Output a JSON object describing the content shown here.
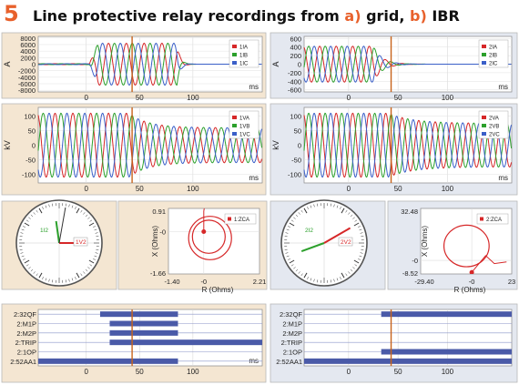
{
  "header": {
    "figure_number": "5",
    "title_prefix": "Line protective relay recordings from ",
    "label_a": "a)",
    "word_a": " grid, ",
    "label_b": "b)",
    "word_b": " IBR"
  },
  "colors": {
    "phase_a": "#d62728",
    "phase_b": "#2ca02c",
    "phase_c": "#3a5fc8",
    "cursor": "#c8631a",
    "panel_a_bg": "#f4e6d2",
    "panel_b_bg": "#e4e8f0",
    "digital_bar": "#4a5aa8"
  },
  "chart_data": [
    {
      "id": "grid-current",
      "type": "line",
      "panel": "a",
      "ylabel": "A",
      "xlabel": "ms",
      "xlim": [
        -45,
        165
      ],
      "ylim": [
        -8500,
        8500
      ],
      "yticks": [
        -8000,
        -6000,
        -4000,
        -2000,
        0,
        2000,
        4000,
        6000,
        8000
      ],
      "xticks": [
        0,
        50,
        100
      ],
      "cursor_x": 43,
      "legend": [
        "1IA",
        "1IB",
        "1IC"
      ],
      "wave": {
        "period_ms": 16.7,
        "pre": 150,
        "fault_start": 3,
        "fault_end": 85,
        "peak": 6400,
        "post": 0,
        "decay": 0,
        "ramp": 8
      }
    },
    {
      "id": "grid-voltage",
      "type": "line",
      "panel": "a",
      "ylabel": "kV",
      "xlabel": "ms",
      "xlim": [
        -45,
        165
      ],
      "ylim": [
        -130,
        130
      ],
      "yticks": [
        -100,
        -50,
        0,
        50,
        100
      ],
      "xticks": [
        0,
        50,
        100
      ],
      "cursor_x": 43,
      "legend": [
        "1VA",
        "1VB",
        "1VC"
      ],
      "wave": {
        "period_ms": 16.7,
        "pre": 110,
        "fault_start": 40,
        "fault_end": 165,
        "peak": 110,
        "post": 60,
        "decay": 18,
        "ramp": 0
      }
    },
    {
      "id": "ibr-current",
      "type": "line",
      "panel": "b",
      "ylabel": "A",
      "xlabel": "ms",
      "xlim": [
        -45,
        165
      ],
      "ylim": [
        -650,
        650
      ],
      "yticks": [
        -600,
        -400,
        -200,
        0,
        200,
        400,
        600
      ],
      "xticks": [
        0,
        50,
        100
      ],
      "cursor_x": 43,
      "legend": [
        "2IA",
        "2IB",
        "2IC"
      ],
      "wave": {
        "period_ms": 16.7,
        "pre": 420,
        "fault_start": 25,
        "fault_end": 165,
        "peak": 420,
        "post": 0,
        "decay": 9,
        "ramp": 0
      }
    },
    {
      "id": "ibr-voltage",
      "type": "line",
      "panel": "b",
      "ylabel": "kV",
      "xlabel": "ms",
      "xlim": [
        -45,
        165
      ],
      "ylim": [
        -130,
        130
      ],
      "yticks": [
        -100,
        -50,
        0,
        50,
        100
      ],
      "xticks": [
        0,
        50,
        100
      ],
      "cursor_x": 43,
      "legend": [
        "2VA",
        "2VB",
        "2VC"
      ],
      "wave": {
        "period_ms": 16.7,
        "pre": 110,
        "fault_start": 40,
        "fault_end": 165,
        "peak": 110,
        "post": 75,
        "decay": 25,
        "ramp": 0
      }
    },
    {
      "id": "grid-phasor",
      "type": "phasor",
      "panel": "a",
      "labels": [
        "1I2",
        "1V2"
      ],
      "vectors": [
        {
          "label": "1I2",
          "angle_deg": 98,
          "mag": 0.55
        },
        {
          "label": "1V2",
          "angle_deg": 0,
          "mag": 0.7
        },
        {
          "label": "ref",
          "angle_deg": 80,
          "mag": 0.9
        }
      ]
    },
    {
      "id": "grid-impedance",
      "type": "scatter",
      "panel": "a",
      "xlabel": "R (Ohms)",
      "ylabel": "X (Ohms)",
      "xlim": [
        -1.4,
        2.21
      ],
      "ylim": [
        -1.66,
        0.91
      ],
      "xtick_labels": [
        "-1.40",
        "-0",
        "2.21"
      ],
      "ytick_labels": [
        "0.91",
        "-0",
        "-1.66"
      ],
      "legend": [
        "1:ZCA"
      ],
      "circles": [
        {
          "cx": 0.25,
          "cy": -0.25,
          "r": 0.85
        },
        {
          "cx": 0.2,
          "cy": -0.2,
          "r": 0.65
        }
      ],
      "trajectory": [
        [
          0.0,
          0.0
        ],
        [
          0.0,
          0.8
        ],
        [
          0.02,
          0.91
        ]
      ]
    },
    {
      "id": "ibr-phasor",
      "type": "phasor",
      "panel": "b",
      "labels": [
        "2I2",
        "2V2"
      ],
      "vectors": [
        {
          "label": "2I2",
          "angle_deg": 200,
          "mag": 0.6
        },
        {
          "label": "2V2",
          "angle_deg": 30,
          "mag": 0.75
        }
      ]
    },
    {
      "id": "ibr-impedance",
      "type": "scatter",
      "panel": "b",
      "xlabel": "R (Ohms)",
      "ylabel": "X (Ohms)",
      "xlim": [
        -29.4,
        23
      ],
      "ylim": [
        -8.52,
        32.48
      ],
      "xtick_labels": [
        "-29.40",
        "-0",
        "23"
      ],
      "ytick_labels": [
        "32.48",
        "-0",
        "-8.52"
      ],
      "legend": [
        "2:ZCA"
      ],
      "circles": [
        {
          "cx": -3,
          "cy": 9,
          "r": 13
        }
      ],
      "trajectory": [
        [
          0,
          -7.5
        ],
        [
          8,
          3
        ],
        [
          13,
          -2
        ],
        [
          20,
          -1
        ]
      ]
    },
    {
      "id": "grid-digital",
      "type": "timeline",
      "panel": "a",
      "xlabel": "ms",
      "xlim": [
        -45,
        165
      ],
      "xticks": [
        0,
        50,
        100
      ],
      "cursor_x": 43,
      "rows": [
        {
          "label": "2:32QF",
          "start": 13,
          "end": 86
        },
        {
          "label": "2:M1P",
          "start": 22,
          "end": 86
        },
        {
          "label": "2:M2P",
          "start": 22,
          "end": 86
        },
        {
          "label": "2:TRIP",
          "start": 22,
          "end": 165
        },
        {
          "label": "2:1OP",
          "start": null,
          "end": null
        },
        {
          "label": "2:52AA1",
          "start": -45,
          "end": 86
        }
      ]
    },
    {
      "id": "ibr-digital",
      "type": "timeline",
      "panel": "b",
      "xlabel": "ms",
      "xlim": [
        -45,
        165
      ],
      "xticks": [
        0,
        50,
        100
      ],
      "cursor_x": 43,
      "rows": [
        {
          "label": "2:32QF",
          "start": 33,
          "end": 165
        },
        {
          "label": "2:M1P",
          "start": null,
          "end": null
        },
        {
          "label": "2:M2P",
          "start": null,
          "end": null
        },
        {
          "label": "2:TRIP",
          "start": null,
          "end": null
        },
        {
          "label": "2:1OP",
          "start": 33,
          "end": 165
        },
        {
          "label": "2:52AA1",
          "start": -45,
          "end": 165
        }
      ]
    }
  ]
}
